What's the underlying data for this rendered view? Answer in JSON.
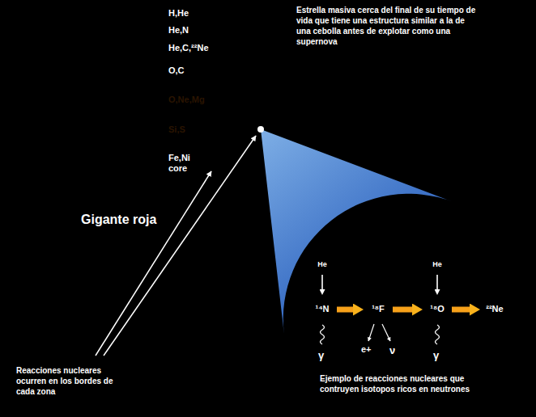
{
  "diagram": {
    "nodes": [
      {
        "text": [
          "Gigante roja"
        ]
      },
      {
        "text": [
          "H,He"
        ],
        "in": 0
      },
      {
        "text": [
          "He,N"
        ],
        "in": 1
      },
      {
        "text": [
          "He,C,²²Ne"
        ],
        "in": 2
      },
      {
        "text": [
          "O,C"
        ],
        "in": 3
      },
      {
        "text": [
          "O,Ne,Mg"
        ],
        "in": 4
      },
      {
        "text": [
          "Si,S"
        ],
        "in": 5
      },
      {
        "text": [
          "Fe,Ni core"
        ],
        "in": 6
      },
      {
        "text": [
          "Ejemplo de reacciones nucleares que contruyen isotopos ricos en neutrones"
        ]
      },
      {
        "text": [
          "He"
        ],
        "in": 8
      },
      {
        "text": [
          "¹⁴N"
        ],
        "in": 8
      },
      {
        "text": [
          "¹⁸F"
        ],
        "in": 8
      },
      {
        "text": [
          "He"
        ],
        "in": 8
      },
      {
        "text": [
          "¹⁸O"
        ],
        "in": 8
      },
      {
        "text": [
          "²²Ne"
        ],
        "in": 8
      }
    ],
    "edges": [
      {
        "from": 9,
        "to": 10,
        "arrow": "to"
      },
      {
        "from": 10,
        "to": 11,
        "arrow": "to"
      },
      {
        "from": 11,
        "to": 13,
        "arrow": "to"
      },
      {
        "from": 12,
        "to": 13,
        "arrow": "to"
      },
      {
        "from": 13,
        "to": 14,
        "arrow": "to"
      }
    ],
    "labels": [
      "Estrella masiva cerca del final de su tiempo de vida que tiene una estructura similar a la de una cebolla antes de explotar como una supernova",
      "Reacciones nucleares ocurren en los bordes de cada zona",
      "γ",
      "e+",
      "ν",
      "γ"
    ]
  }
}
